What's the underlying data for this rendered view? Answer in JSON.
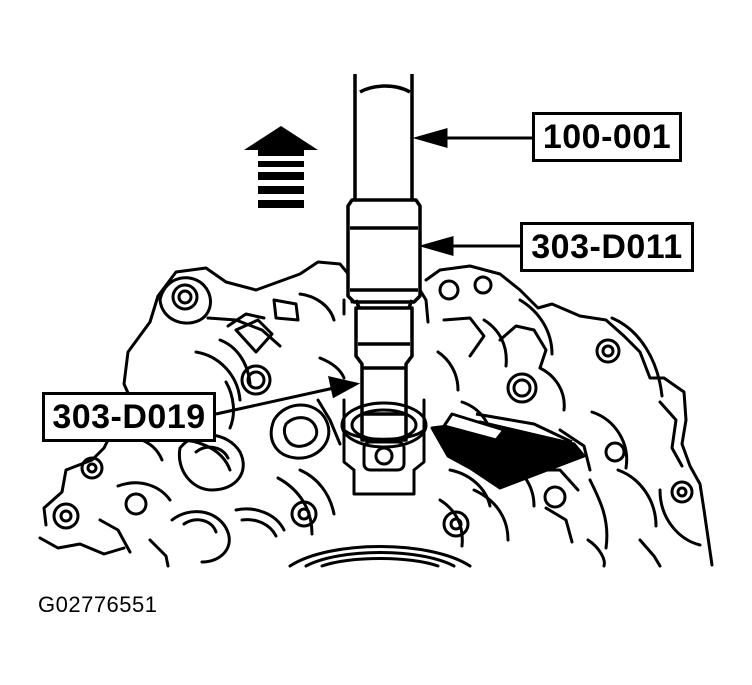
{
  "callouts": {
    "remover_handle": "100-001",
    "adapter": "303-D011",
    "remover": "303-D019"
  },
  "figure_id": "G02776551",
  "icons": {
    "pull_direction": "up-arrow-icon",
    "component_pointer": "right-pointing-arrow-icon"
  },
  "colors": {
    "ink": "#000000",
    "paper": "#ffffff"
  }
}
